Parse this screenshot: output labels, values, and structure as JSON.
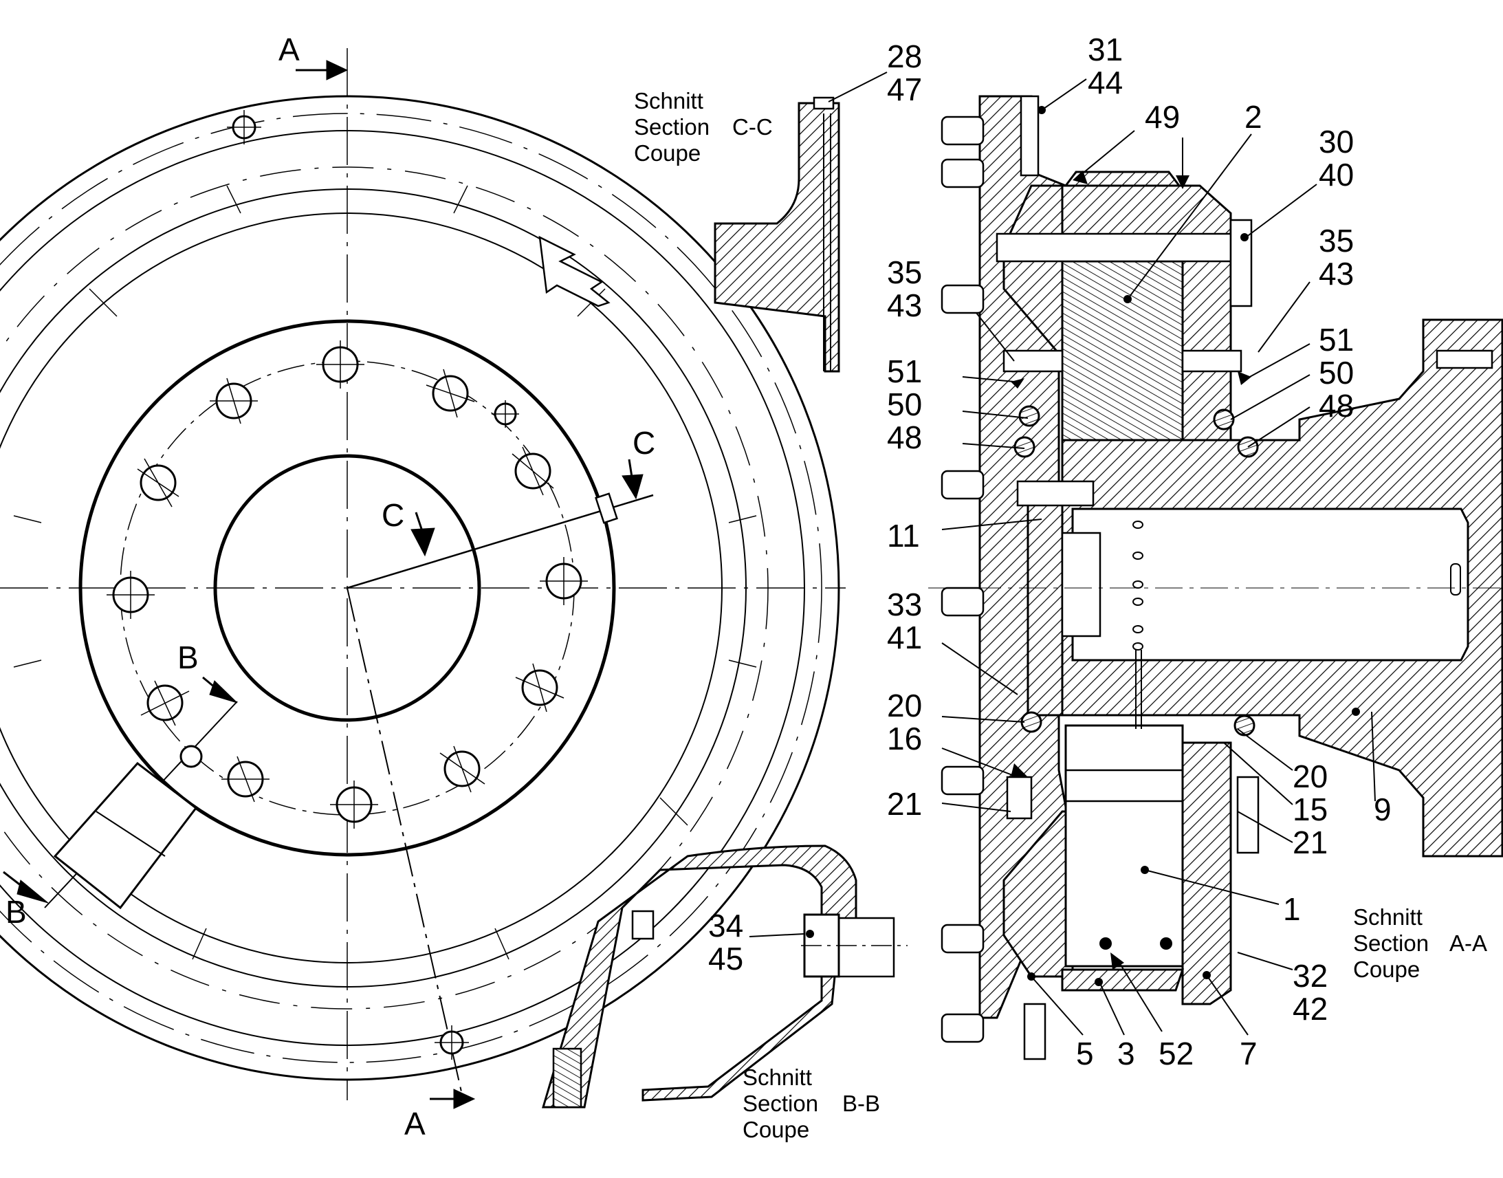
{
  "section_marks": {
    "a_top": "A",
    "a_bottom": "A",
    "b_upper": "B",
    "b_lower": "B",
    "c_upper": "C",
    "c_inner": "C"
  },
  "section_cc": {
    "line1": "Schnitt",
    "line2": "Section",
    "line3": "Coupe",
    "mark": "C-C"
  },
  "section_aa": {
    "line1": "Schnitt",
    "line2": "Section",
    "line3": "Coupe",
    "mark": "A-A"
  },
  "section_bb": {
    "line1": "Schnitt",
    "line2": "Section",
    "line3": "Coupe",
    "mark": "B-B"
  },
  "callouts": {
    "n28": "28",
    "n47": "47",
    "n31": "31",
    "n44": "44",
    "n49": "49",
    "n2": "2",
    "n30": "30",
    "n40": "40",
    "n35_left": "35",
    "n43_left": "43",
    "n35_right": "35",
    "n43_right": "43",
    "n51_left": "51",
    "n50_left": "50",
    "n48_left": "48",
    "n51_right": "51",
    "n50_right": "50",
    "n48_right": "48",
    "n11": "11",
    "n33": "33",
    "n41": "41",
    "n20_left": "20",
    "n16": "16",
    "n21_left": "21",
    "n20_right": "20",
    "n15": "15",
    "n21_right": "21",
    "n9": "9",
    "n1": "1",
    "n32": "32",
    "n42": "42",
    "n34": "34",
    "n45": "45",
    "n5": "5",
    "n3": "3",
    "n52": "52",
    "n7": "7"
  }
}
